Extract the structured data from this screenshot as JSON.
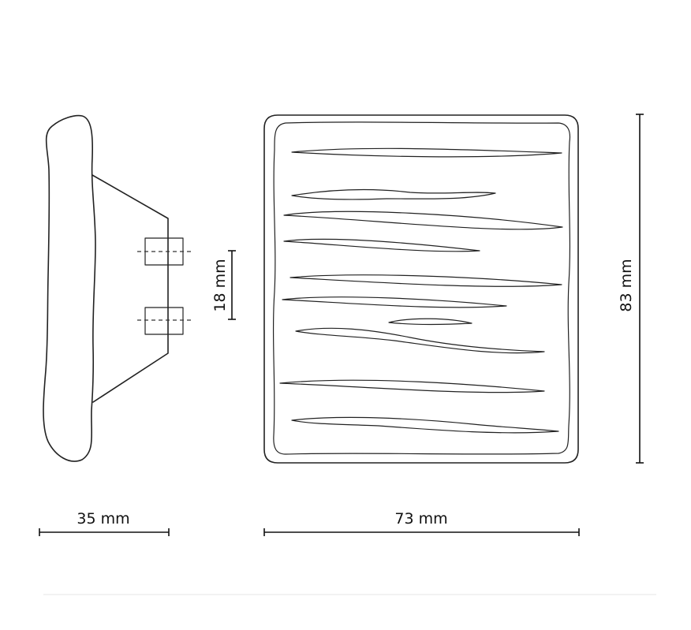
{
  "drawing": {
    "dimensions": {
      "side_width": "35 mm",
      "front_width": "73 mm",
      "front_height": "83 mm",
      "screw_spacing": "18 mm"
    },
    "stroke_color": "#222222",
    "background": "#ffffff"
  }
}
